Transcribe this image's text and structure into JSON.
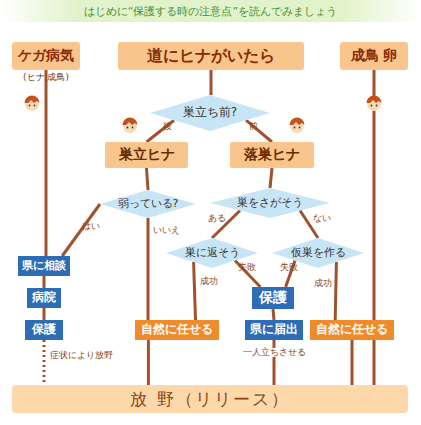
{
  "diagram": {
    "title": "はじめに“保護する時の注意点”を読んでみましょう",
    "nodes": [
      {
        "text": [
          "ケガ病気",
          "(ヒナ 成鳥)"
        ]
      },
      {
        "text": [
          "道にヒナがいたら"
        ]
      },
      {
        "text": [
          "成鳥 卵"
        ]
      },
      {
        "text": [
          "巣立ち前?"
        ]
      },
      {
        "text": [
          "巣立ヒナ"
        ]
      },
      {
        "text": [
          "落巣ヒナ"
        ]
      },
      {
        "text": [
          "弱っている?"
        ]
      },
      {
        "text": [
          "巣をさがそう"
        ]
      },
      {
        "text": [
          "巣に返そう"
        ]
      },
      {
        "text": [
          "仮巣を作る"
        ]
      },
      {
        "text": [
          "県に相談"
        ]
      },
      {
        "text": [
          "病院"
        ]
      },
      {
        "text": [
          "保護"
        ]
      },
      {
        "text": [
          "保護"
        ]
      },
      {
        "text": [
          "自然に任せる"
        ]
      },
      {
        "text": [
          "県に届出"
        ]
      },
      {
        "text": [
          "自然に任せる"
        ]
      },
      {
        "text": [
          "放 野（リリース）"
        ]
      }
    ],
    "edges": [
      {
        "from": 0,
        "to": 10,
        "arrow": "none"
      },
      {
        "from": 1,
        "to": 3,
        "arrow": "none"
      },
      {
        "from": 3,
        "to": 4,
        "label": "後",
        "arrow": "none"
      },
      {
        "from": 3,
        "to": 5,
        "label": "前",
        "arrow": "none"
      },
      {
        "from": 4,
        "to": 6,
        "arrow": "none"
      },
      {
        "from": 6,
        "to": 10,
        "label": "はい",
        "arrow": "none"
      },
      {
        "from": 6,
        "to": 14,
        "label": "いいえ",
        "arrow": "none"
      },
      {
        "from": 5,
        "to": 7,
        "arrow": "none"
      },
      {
        "from": 7,
        "to": 8,
        "label": "ある",
        "arrow": "none"
      },
      {
        "from": 7,
        "to": 9,
        "label": "ない",
        "arrow": "none"
      },
      {
        "from": 8,
        "to": 14,
        "label": "成功",
        "arrow": "none"
      },
      {
        "from": 8,
        "to": 12,
        "label": "失敗",
        "arrow": "none"
      },
      {
        "from": 9,
        "to": 12,
        "label": "失敗",
        "arrow": "none"
      },
      {
        "from": 9,
        "to": 16,
        "label": "成功",
        "arrow": "none"
      },
      {
        "from": 10,
        "to": 11,
        "arrow": "none"
      },
      {
        "from": 11,
        "to": 13,
        "arrow": "none"
      },
      {
        "from": 13,
        "to": 17,
        "label": "症状により放野",
        "arrow": "none"
      },
      {
        "from": 12,
        "to": 15,
        "arrow": "none"
      },
      {
        "from": 15,
        "to": 17,
        "label": "一人立ちさせる",
        "arrow": "none"
      },
      {
        "from": 14,
        "to": 17,
        "arrow": "none"
      },
      {
        "from": 16,
        "to": 17,
        "arrow": "none"
      },
      {
        "from": 2,
        "to": 17,
        "arrow": "none"
      }
    ]
  }
}
